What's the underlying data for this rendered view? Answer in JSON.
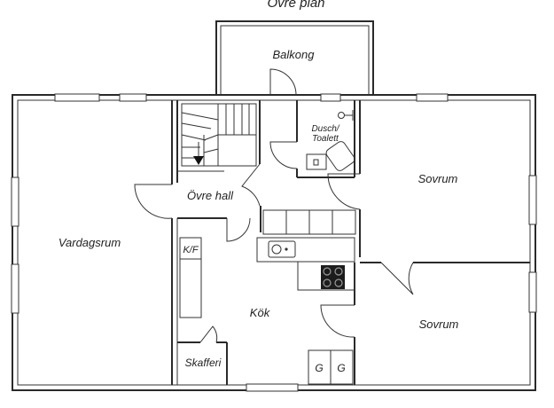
{
  "plan": {
    "title": "Övre plan",
    "rooms": {
      "balkong": "Balkong",
      "dusch_line1": "Dusch/",
      "dusch_line2": "Toalett",
      "vardagsrum": "Vardagsrum",
      "ovre_hall": "Övre hall",
      "sovrum_top": "Sovrum",
      "sovrum_bottom": "Sovrum",
      "kok": "Kök",
      "kf": "K/F",
      "skafferi": "Skafferi",
      "g1": "G",
      "g2": "G"
    }
  }
}
